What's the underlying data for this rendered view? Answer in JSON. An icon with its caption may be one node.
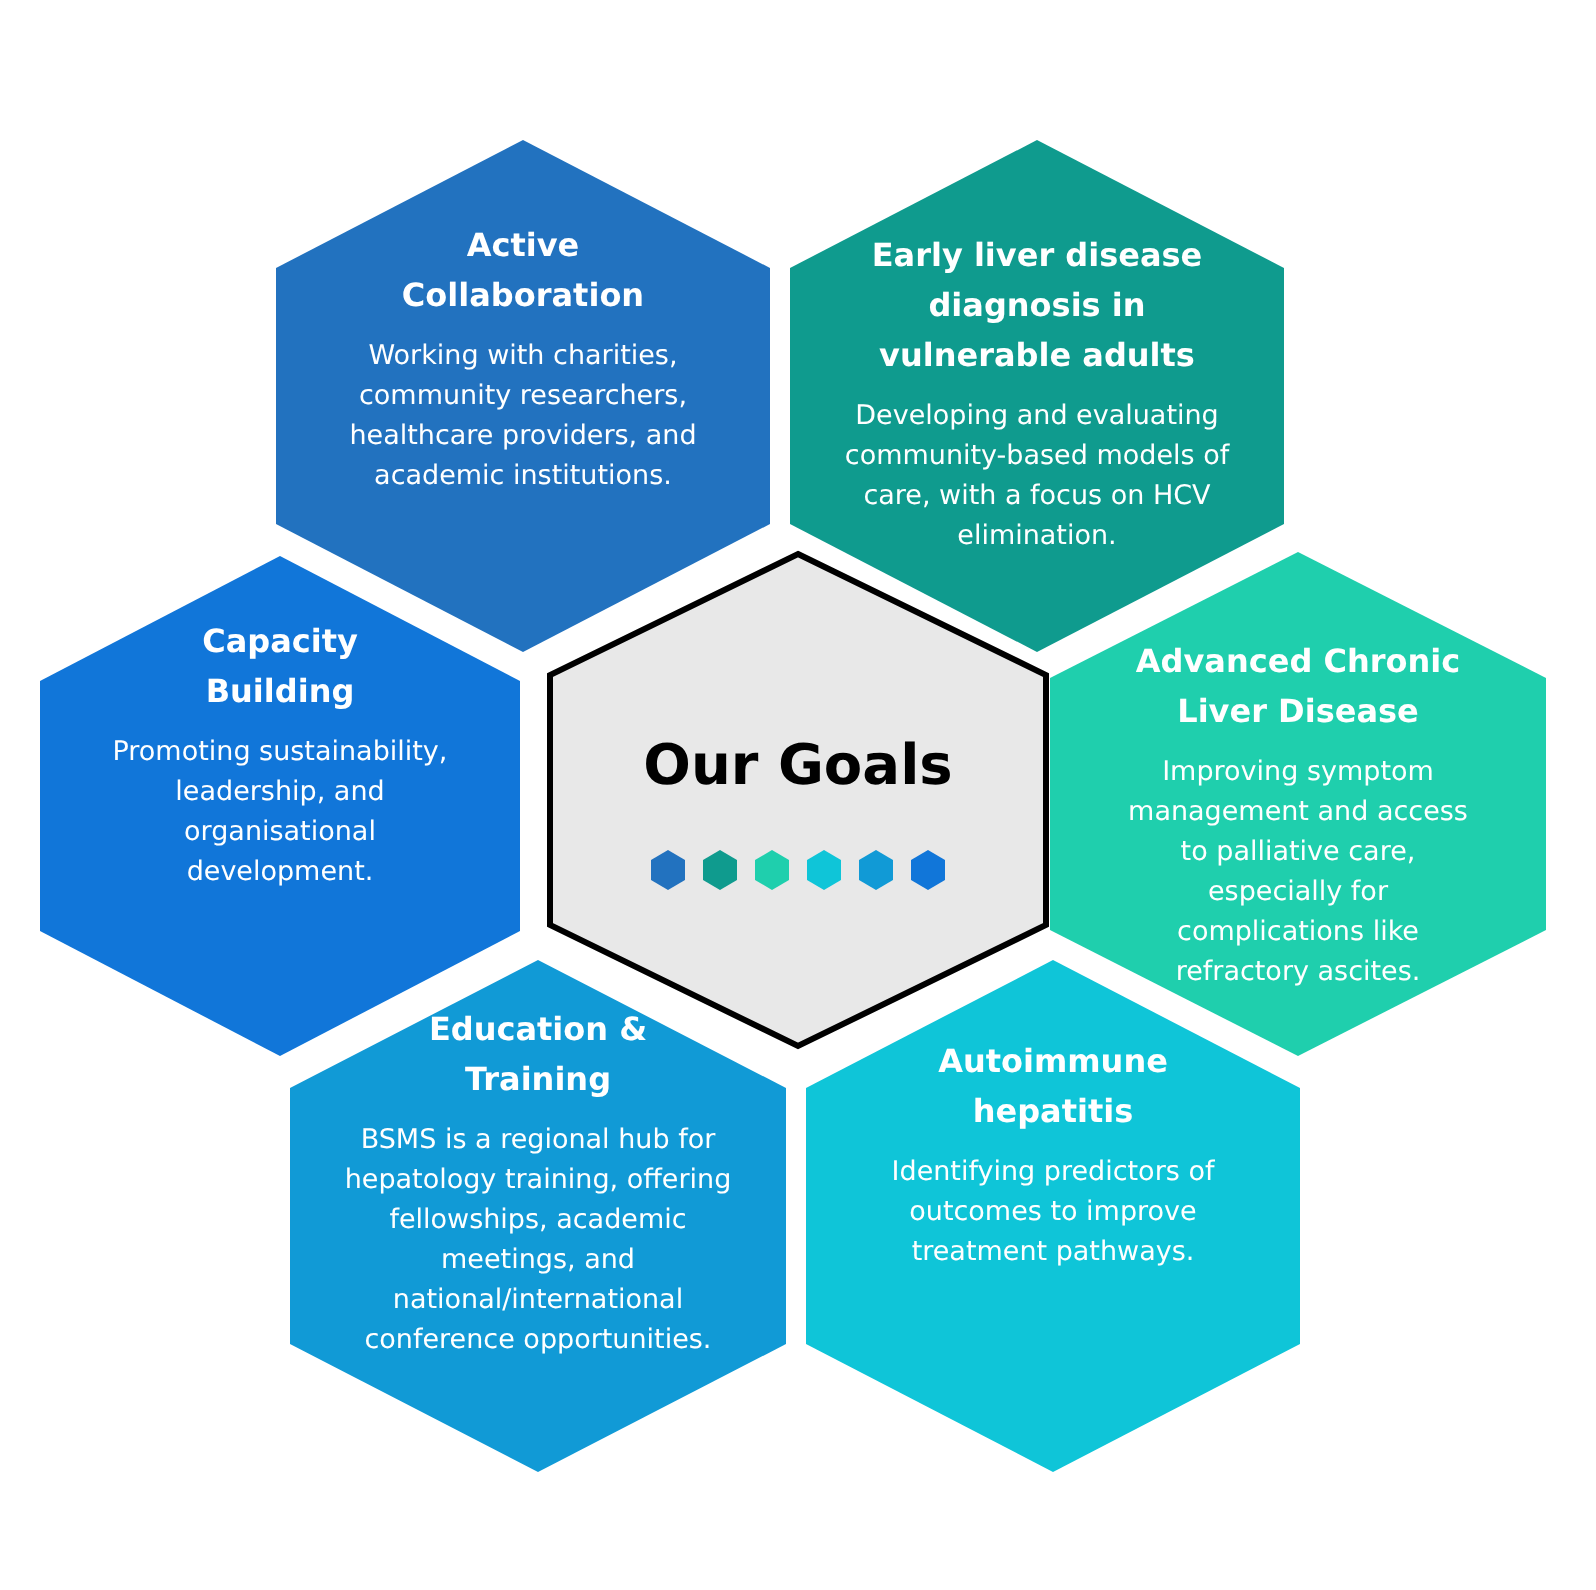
{
  "diagram": {
    "nodes": [
      {
        "text": [
          "Active Collaboration",
          "Working with charities, community researchers, healthcare providers, and academic institutions."
        ]
      },
      {
        "text": [
          "Early liver disease diagnosis in vulnerable adults",
          "Developing and evaluating community-based models of care, with a focus on HCV elimination."
        ]
      },
      {
        "text": [
          "Capacity Building",
          "Promoting sustainability, leadership, and organisational development."
        ]
      },
      {
        "text": [
          "Our Goals"
        ]
      },
      {
        "text": [
          "Advanced Chronic Liver Disease",
          "Improving symptom management and access to palliative care, especially for complications like refractory ascites."
        ]
      },
      {
        "text": [
          "Education & Training",
          "BSMS is a regional hub for hepatology training, offering fellowships, academic meetings, and national/international conference opportunities."
        ]
      },
      {
        "text": [
          "Autoimmune hepatitis",
          "Identifying predictors of outcomes to improve treatment pathways."
        ]
      }
    ],
    "edges": []
  }
}
